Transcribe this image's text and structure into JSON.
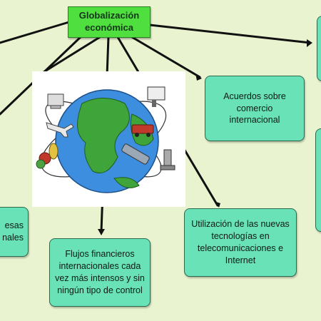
{
  "diagram": {
    "root": "Globalización económica",
    "nodes": {
      "acuerdos": "Acuerdos sobre comercio internacional",
      "tecnologias": "Utilización de las nuevas tecnologías en telecomunicaciones e Internet",
      "flujos": "Flujos financieros internacionales cada vez más intensos y sin ningún tipo de control",
      "empresas_partial": "esas\nnales"
    },
    "colors": {
      "background": "#eaf3cf",
      "root_fill": "#4fe03f",
      "node_fill": "#6ae2b8",
      "node_border": "#2b6a4f",
      "connector": "#111111"
    },
    "illustration": "globe-with-transport-icons"
  }
}
